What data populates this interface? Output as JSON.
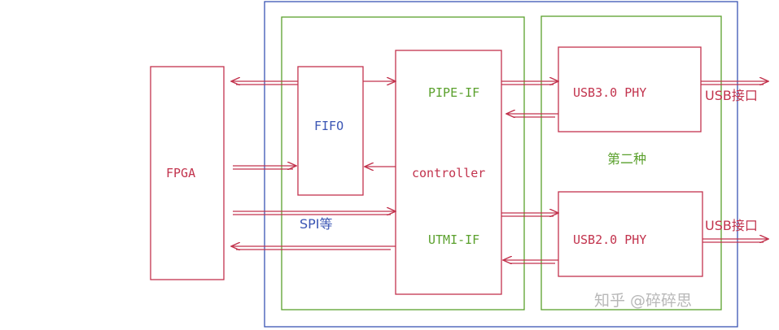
{
  "labels": {
    "fpga": "FPGA",
    "fifo": "FIFO",
    "controller": "controller",
    "pipe_if": "PIPE-IF",
    "utmi_if": "UTMI-IF",
    "usb3_phy": "USB3.0 PHY",
    "usb2_phy": "USB2.0 PHY",
    "usb_port_top": "USB接口",
    "usb_port_bottom": "USB接口",
    "spi": "SPI等",
    "variant": "第二种",
    "watermark": "知乎 @碎碎思"
  },
  "colors": {
    "red": "#c2334d",
    "green": "#5aa02c",
    "blue": "#3a55b4",
    "watermark": "#b8b8b8"
  }
}
